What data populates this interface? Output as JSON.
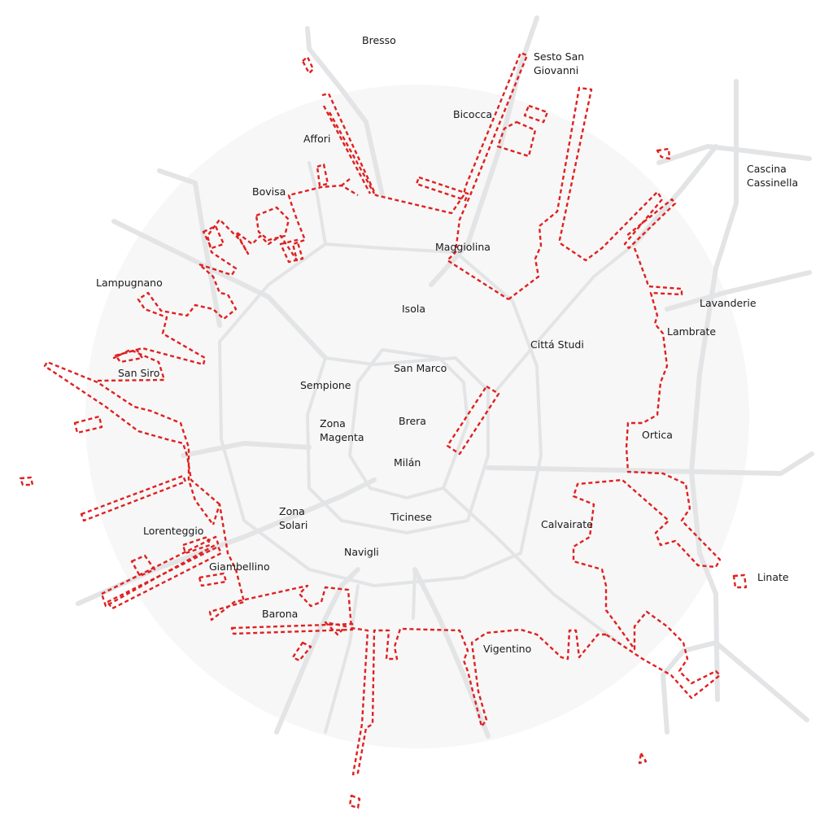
{
  "colors": {
    "background": "#ffffff",
    "city_disc": "#f7f7f7",
    "road": "#e3e4e6",
    "zone_outline": "#e02020",
    "label": "#1a1a1a"
  },
  "labels": {
    "bresso": "Bresso",
    "sesto_1": "Sesto San",
    "sesto_2": "Giovanni",
    "bicocca": "Bicocca",
    "affori": "Affori",
    "cascina_1": "Cascina",
    "cascina_2": "Cassinella",
    "bovisa": "Bovisa",
    "maggiolina": "Maggiolina",
    "lampugnano": "Lampugnano",
    "isola": "Isola",
    "lavanderie": "Lavanderie",
    "lambrate": "Lambrate",
    "citta_studi": "Cittá Studi",
    "san_marco": "San Marco",
    "san_siro": "San Siro",
    "sempione": "Sempione",
    "brera": "Brera",
    "zona_magenta_1": "Zona",
    "zona_magenta_2": "Magenta",
    "ortica": "Ortica",
    "milan": "Milán",
    "zona_solari_1": "Zona",
    "zona_solari_2": "Solari",
    "ticinese": "Ticinese",
    "calvairate": "Calvairate",
    "lorenteggio": "Lorenteggio",
    "navigli": "Navigli",
    "giambellino": "Giambellino",
    "linate": "Linate",
    "barona": "Barona",
    "vigentino": "Vigentino"
  }
}
